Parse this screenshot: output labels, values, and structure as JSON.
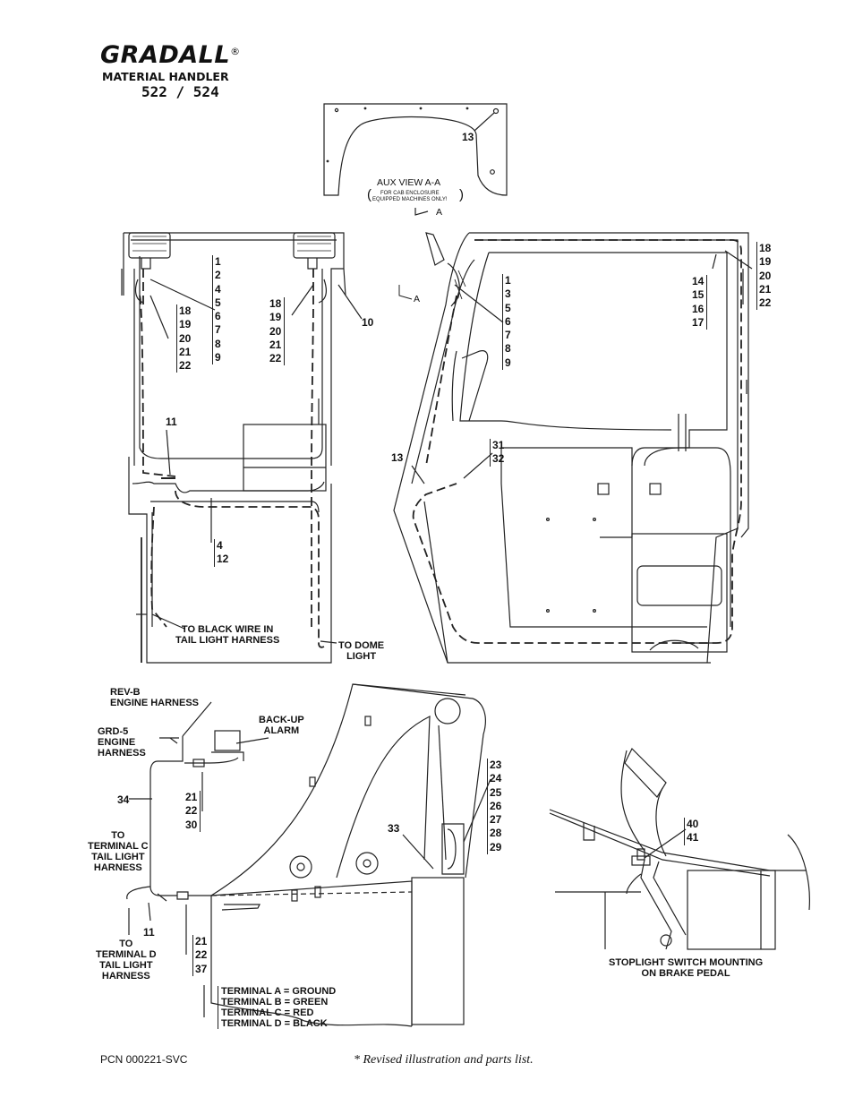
{
  "header": {
    "brand": "GRADALL",
    "registered": "®",
    "subtitle": "MATERIAL HANDLER",
    "model": "522 / 524"
  },
  "aux_view": {
    "title": "AUX VIEW A-A",
    "note_line1": "FOR CAB ENCLOSURE",
    "note_line2": "EQUIPPED MACHINES ONLY!",
    "callout": "13",
    "section_marker": "A"
  },
  "rear_view": {
    "callout_list_top": "1\n2\n4\n5\n6\n7\n8\n9",
    "callout_list_left": "18\n19\n20\n21\n22",
    "callout_list_right": "18\n19\n20\n21\n22",
    "callout_10": "10",
    "callout_11": "11",
    "callout_list_bottom": "4\n12",
    "tail_note": "TO BLACK WIRE IN\nTAIL LIGHT HARNESS",
    "dome_note": "TO DOME\nLIGHT"
  },
  "side_view": {
    "section_marker": "A",
    "callout_list_front": "1\n3\n5\n6\n7\n8\n9",
    "callout_list_mid": "14\n15\n16\n17",
    "callout_list_right": "18\n19\n20\n21\n22",
    "callout_13": "13",
    "callout_list_low": "31\n32"
  },
  "harness_view": {
    "rev_b": "REV-B\nENGINE HARNESS",
    "grd5": "GRD-5\nENGINE\nHARNESS",
    "backup": "BACK-UP\nALARM",
    "callout_34": "34",
    "callout_list_a": "21\n22\n30",
    "terminal_c": "TO\nTERMINAL C\nTAIL LIGHT\nHARNESS",
    "callout_11": "11",
    "terminal_d": "TO\nTERMINAL D\nTAIL LIGHT\nHARNESS",
    "callout_list_b": "21\n22\n37",
    "terminals": "TERMINAL A = GROUND\nTERMINAL B = GREEN\nTERMINAL C = RED\nTERMINAL D = BLACK",
    "callout_33": "33",
    "callout_list_c": "23\n24\n25\n26\n27\n28\n29"
  },
  "pedal_view": {
    "callout_list": "40\n41",
    "caption": "STOPLIGHT SWITCH MOUNTING\nON BRAKE PEDAL"
  },
  "footer": {
    "pcn": "PCN  000221-SVC",
    "revision_note": "* Revised illustration and parts list."
  }
}
